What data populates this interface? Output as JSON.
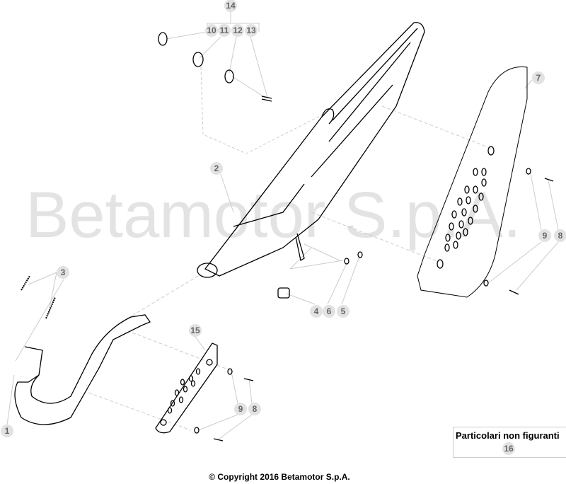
{
  "watermark": "Betamotor S.p.A.",
  "callouts": {
    "c14": "14",
    "c10": "10",
    "c11": "11",
    "c12": "12",
    "c13": "13",
    "c7": "7",
    "c2": "2",
    "c9a": "9",
    "c8a": "8",
    "c3": "3",
    "c4": "4",
    "c6": "6",
    "c5": "5",
    "c15": "15",
    "c9b": "9",
    "c8b": "8",
    "c1": "1"
  },
  "note": {
    "title": "Particolari non figuranti",
    "number": "16"
  },
  "copyright": "© Copyright 2016 Betamotor S.p.A."
}
